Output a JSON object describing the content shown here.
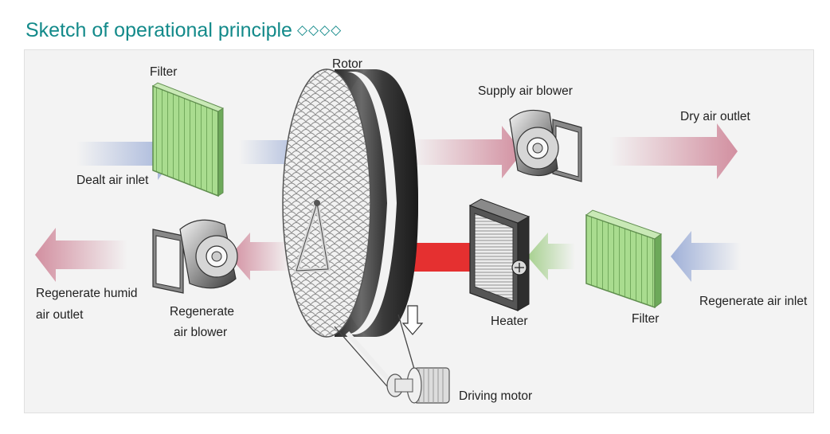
{
  "title": "Sketch of operational principle",
  "title_decoration": "◇◇◇◇",
  "labels": {
    "filter_top": "Filter",
    "rotor": "Rotor",
    "supply_blower": "Supply air blower",
    "dry_outlet": "Dry air outlet",
    "dealt_inlet": "Dealt air inlet",
    "regen_humid_outlet_1": "Regenerate humid",
    "regen_humid_outlet_2": "air outlet",
    "regen_blower_1": "Regenerate",
    "regen_blower_2": "air blower",
    "heater": "Heater",
    "filter_bottom": "Filter",
    "regen_inlet": "Regenerate air inlet",
    "driving_motor": "Driving motor"
  },
  "colors": {
    "title": "#138a8a",
    "dry_air_flow": "#9fb0d8",
    "humid_air_flow": "#d28fa0",
    "hot_air_flow": "#e53030",
    "regen_inlet_flow": "#a6d08e",
    "filter_green": "#8fd07a"
  }
}
